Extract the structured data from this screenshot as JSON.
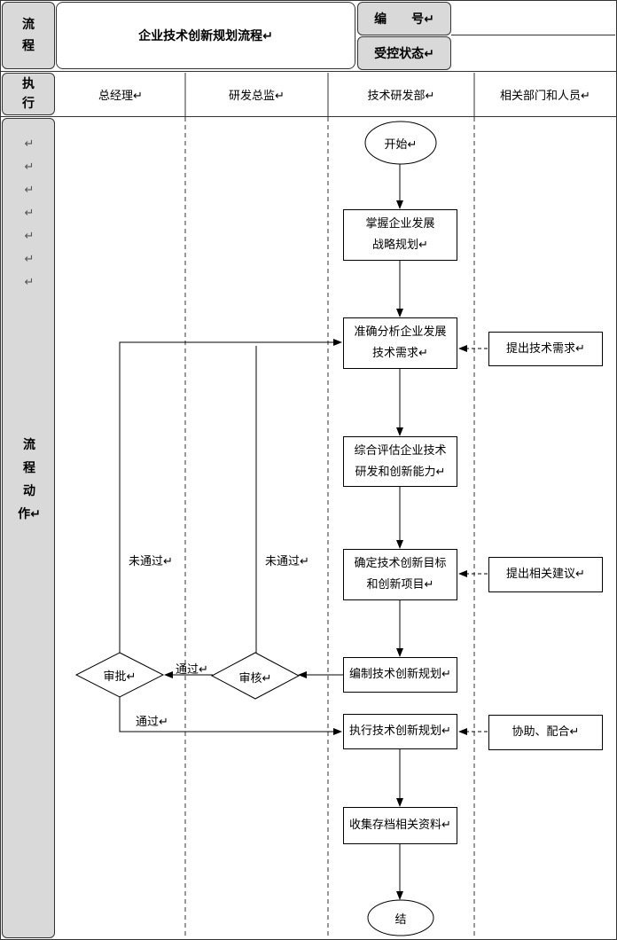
{
  "header": {
    "flow_label": [
      "流",
      "程"
    ],
    "title": "企业技术创新规划流程↵",
    "number_label": "编　　号↵",
    "control_label": "受控状态↵",
    "exec_label": [
      "执",
      "行"
    ]
  },
  "columns": [
    "总经理↵",
    "研发总监↵",
    "技术研发部↵",
    "相关部门和人员↵"
  ],
  "left_panel": {
    "marks": [
      "↵",
      "↵",
      "↵",
      "↵",
      "↵",
      "↵",
      "↵"
    ],
    "action_label": [
      "流",
      "程",
      "动",
      "作↵"
    ]
  },
  "nodes": {
    "start": "开始↵",
    "step1": [
      "掌握企业发展",
      "战略规划↵"
    ],
    "step2": [
      "准确分析企业发展",
      "技术需求↵"
    ],
    "step3": [
      "综合评估企业技术",
      "研发和创新能力↵"
    ],
    "step4": [
      "确定技术创新目标",
      "和创新项目↵"
    ],
    "step5": "编制技术创新规划↵",
    "review": "审核↵",
    "approve": "审批↵",
    "step6": "执行技术创新规划↵",
    "step7": "收集存档相关资料↵",
    "end": "结"
  },
  "side_boxes": {
    "demand": "提出技术需求↵",
    "suggest": "提出相关建议↵",
    "assist": "协助、配合↵"
  },
  "edge_labels": {
    "fail_left": "未通过↵",
    "fail_mid": "未通过↵",
    "pass_mid": "通过↵",
    "pass_bottom": "通过↵"
  }
}
